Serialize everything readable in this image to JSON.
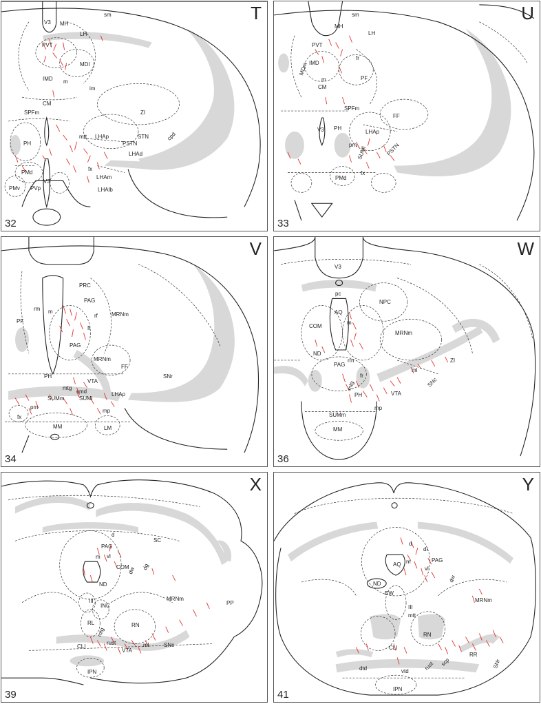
{
  "panels": [
    {
      "letter": "T",
      "number": "32",
      "labels": [
        "sm",
        "V3",
        "MH",
        "LH",
        "PVT",
        "MDl",
        "IMD",
        "m",
        "im",
        "CM",
        "SPFm",
        "ZI",
        "cpd",
        "mtt",
        "LHAp",
        "PSTN",
        "STN",
        "LHAd",
        "PH",
        "fx",
        "PMd",
        "LHAm",
        "PMv",
        "PVp",
        "V3",
        "LHAlb"
      ]
    },
    {
      "letter": "U",
      "number": "33",
      "labels": [
        "sm",
        "MH",
        "LH",
        "PVT",
        "MDm",
        "IMD",
        "fr",
        "PF",
        "CM",
        "m",
        "SPFm",
        "FF",
        "V3",
        "PH",
        "LHAp",
        "pm",
        "SUMl",
        "PSTN",
        "fx",
        "PMd"
      ]
    },
    {
      "letter": "V",
      "number": "34",
      "labels": [
        "PRC",
        "rm",
        "m",
        "PAG",
        "PF",
        "rf",
        "MRNm",
        "fr",
        "PAG",
        "MRNm",
        "FF",
        "SNr",
        "PH",
        "VTA",
        "mtg",
        "smd",
        "SUMl",
        "LHAp",
        "SUMm",
        "pm",
        "fx",
        "mp",
        "MM",
        "LM"
      ]
    },
    {
      "letter": "W",
      "number": "36",
      "labels": [
        "V3",
        "pc",
        "NPC",
        "AQ",
        "m",
        "COM",
        "MRNm",
        "ND",
        "PAG",
        "rm",
        "ZI",
        "ml",
        "fr",
        "SNc",
        "mtg",
        "PH",
        "VTA",
        "mp",
        "SUMm",
        "MM"
      ]
    },
    {
      "letter": "X",
      "number": "39",
      "labels": [
        "SC",
        "d",
        "PAG",
        "m",
        "vl",
        "COM",
        "dw",
        "dg",
        "ND",
        "MRNm",
        "III",
        "INC",
        "PP",
        "RL",
        "RN",
        "mtg",
        "CLI",
        "rust",
        "VTA",
        "ml",
        "SNc",
        "IPN"
      ]
    },
    {
      "letter": "Y",
      "number": "41",
      "labels": [
        "d",
        "dl",
        "AQ",
        "m",
        "PAG",
        "vl",
        "dw",
        "ND",
        "EW",
        "MRNm",
        "III",
        "mtt",
        "RN",
        "CLI",
        "RR",
        "rust",
        "scp",
        "SNr",
        "dtd",
        "vtd",
        "IPN"
      ]
    }
  ]
}
